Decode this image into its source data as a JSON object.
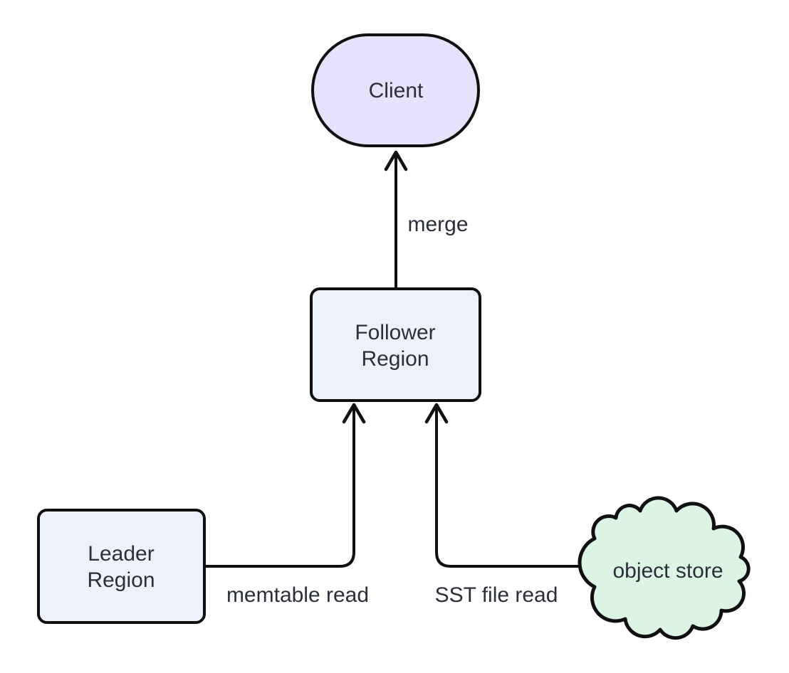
{
  "diagram": {
    "type": "flowchart",
    "direction": "bottom-to-top",
    "background_color": "#ffffff",
    "colors": {
      "stroke": "#101012",
      "text": "#2b2f3a",
      "client_fill": "#e7e1fb",
      "region_fill": "#ecf1fa",
      "cloud_fill": "#dbf4e3"
    },
    "nodes": [
      {
        "id": "client",
        "shape": "stadium",
        "label": "Client",
        "fill": "#e7e1fb"
      },
      {
        "id": "follower-region",
        "shape": "rounded-rect",
        "label": "Follower Region",
        "line1": "Follower",
        "line2": "Region",
        "fill": "#ecf1fa"
      },
      {
        "id": "leader-region",
        "shape": "rounded-rect",
        "label": "Leader Region",
        "line1": "Leader",
        "line2": "Region",
        "fill": "#ecf1fa"
      },
      {
        "id": "object-store",
        "shape": "cloud",
        "label": "object store",
        "fill": "#dbf4e3"
      }
    ],
    "edges": [
      {
        "from": "follower-region",
        "to": "client",
        "label": "merge"
      },
      {
        "from": "leader-region",
        "to": "follower-region",
        "label": "memtable read"
      },
      {
        "from": "object-store",
        "to": "follower-region",
        "label": "SST file read"
      }
    ]
  }
}
